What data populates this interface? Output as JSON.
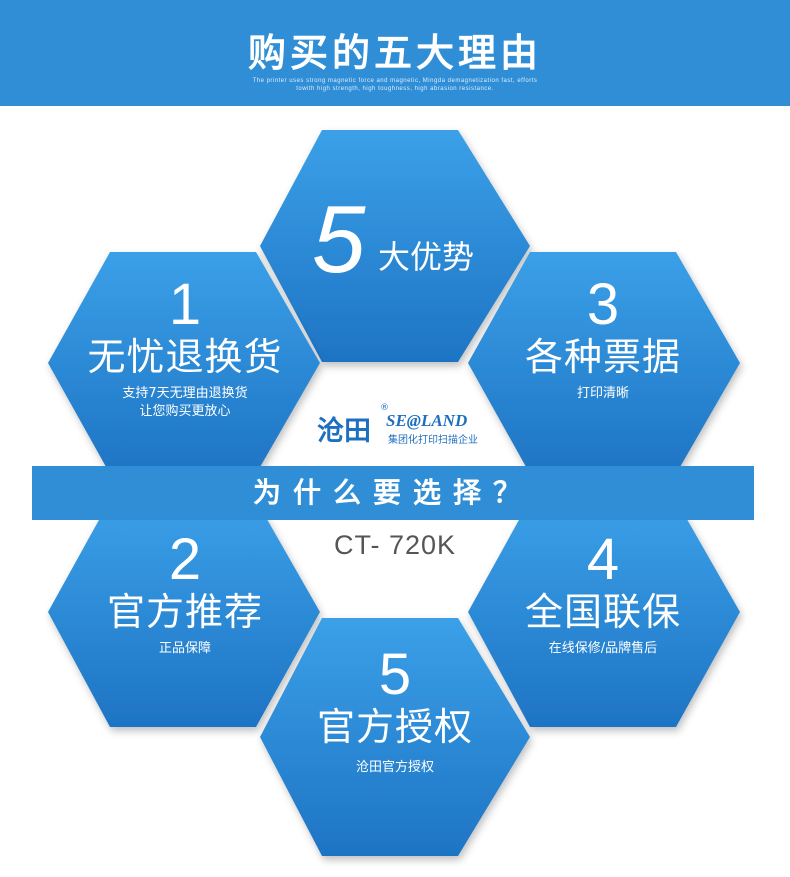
{
  "banner": {
    "title": "购买的五大理由",
    "subtitle_line1": "The printer uses strong magnetic force and magnetic, Mingda demagnetization fast, efforts",
    "subtitle_line2": "towith high strength, high toughness, high abrasion resistance."
  },
  "center": {
    "big_number": "5",
    "word": "大优势"
  },
  "logo": {
    "cn": "沧田",
    "en": "SE@LAND",
    "reg": "®",
    "tagline": "集团化打印扫描企业"
  },
  "why_bar": "为什么要选择？",
  "model": "CT- 720K",
  "reasons": [
    {
      "number": "1",
      "title": "无忧退换货",
      "desc_line1": "支持7天无理由退换货",
      "desc_line2": "让您购买更放心"
    },
    {
      "number": "3",
      "title": "各种票据",
      "desc_line1": "打印清晰",
      "desc_line2": ""
    },
    {
      "number": "2",
      "title": "官方推荐",
      "desc_line1": "正品保障",
      "desc_line2": ""
    },
    {
      "number": "4",
      "title": "全国联保",
      "desc_line1": "在线保修/品牌售后",
      "desc_line2": ""
    },
    {
      "number": "5",
      "title": "官方授权",
      "desc_line1": "沧田官方授权",
      "desc_line2": ""
    }
  ],
  "colors": {
    "brand_blue": "#2f8ed6",
    "hex_light": "#3a9be4",
    "hex_dark": "#1f78c8"
  }
}
